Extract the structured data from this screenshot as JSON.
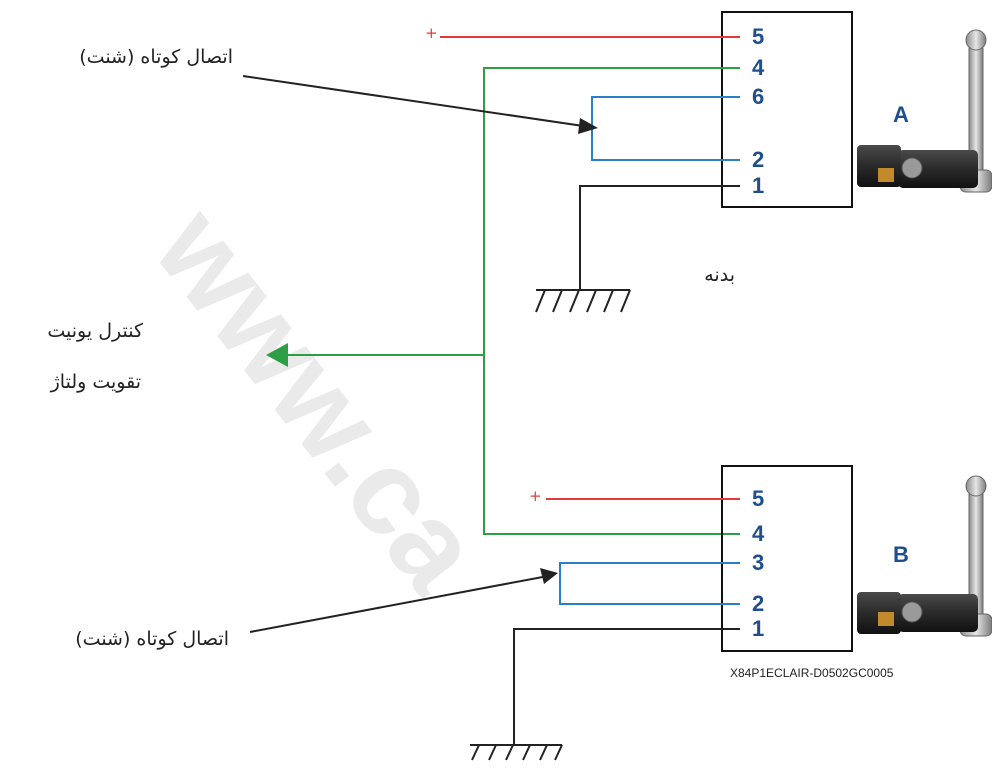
{
  "watermark": "www.ca",
  "labels": {
    "short_connection_top": "اتصال کوتاه (شنت)",
    "short_connection_bottom": "اتصال کوتاه (شنت)",
    "body_ground": "بدنه",
    "control_unit_line1": "کنترل یونیت",
    "control_unit_line2": "تقویت ولتاژ",
    "plus_top": "+",
    "plus_bottom": "+",
    "code": "X84P1ECLAIR-D0502GC0005"
  },
  "connector_a": {
    "letter": "A",
    "pins": [
      "5",
      "4",
      "6",
      "2",
      "1"
    ]
  },
  "connector_b": {
    "letter": "B",
    "pins": [
      "5",
      "4",
      "3",
      "2",
      "1"
    ]
  },
  "colors": {
    "positive": "#e53935",
    "signal": "#2e9e45",
    "shunt": "#2b7fc4",
    "ground": "#222222",
    "pin_text": "#1f4e8c"
  }
}
